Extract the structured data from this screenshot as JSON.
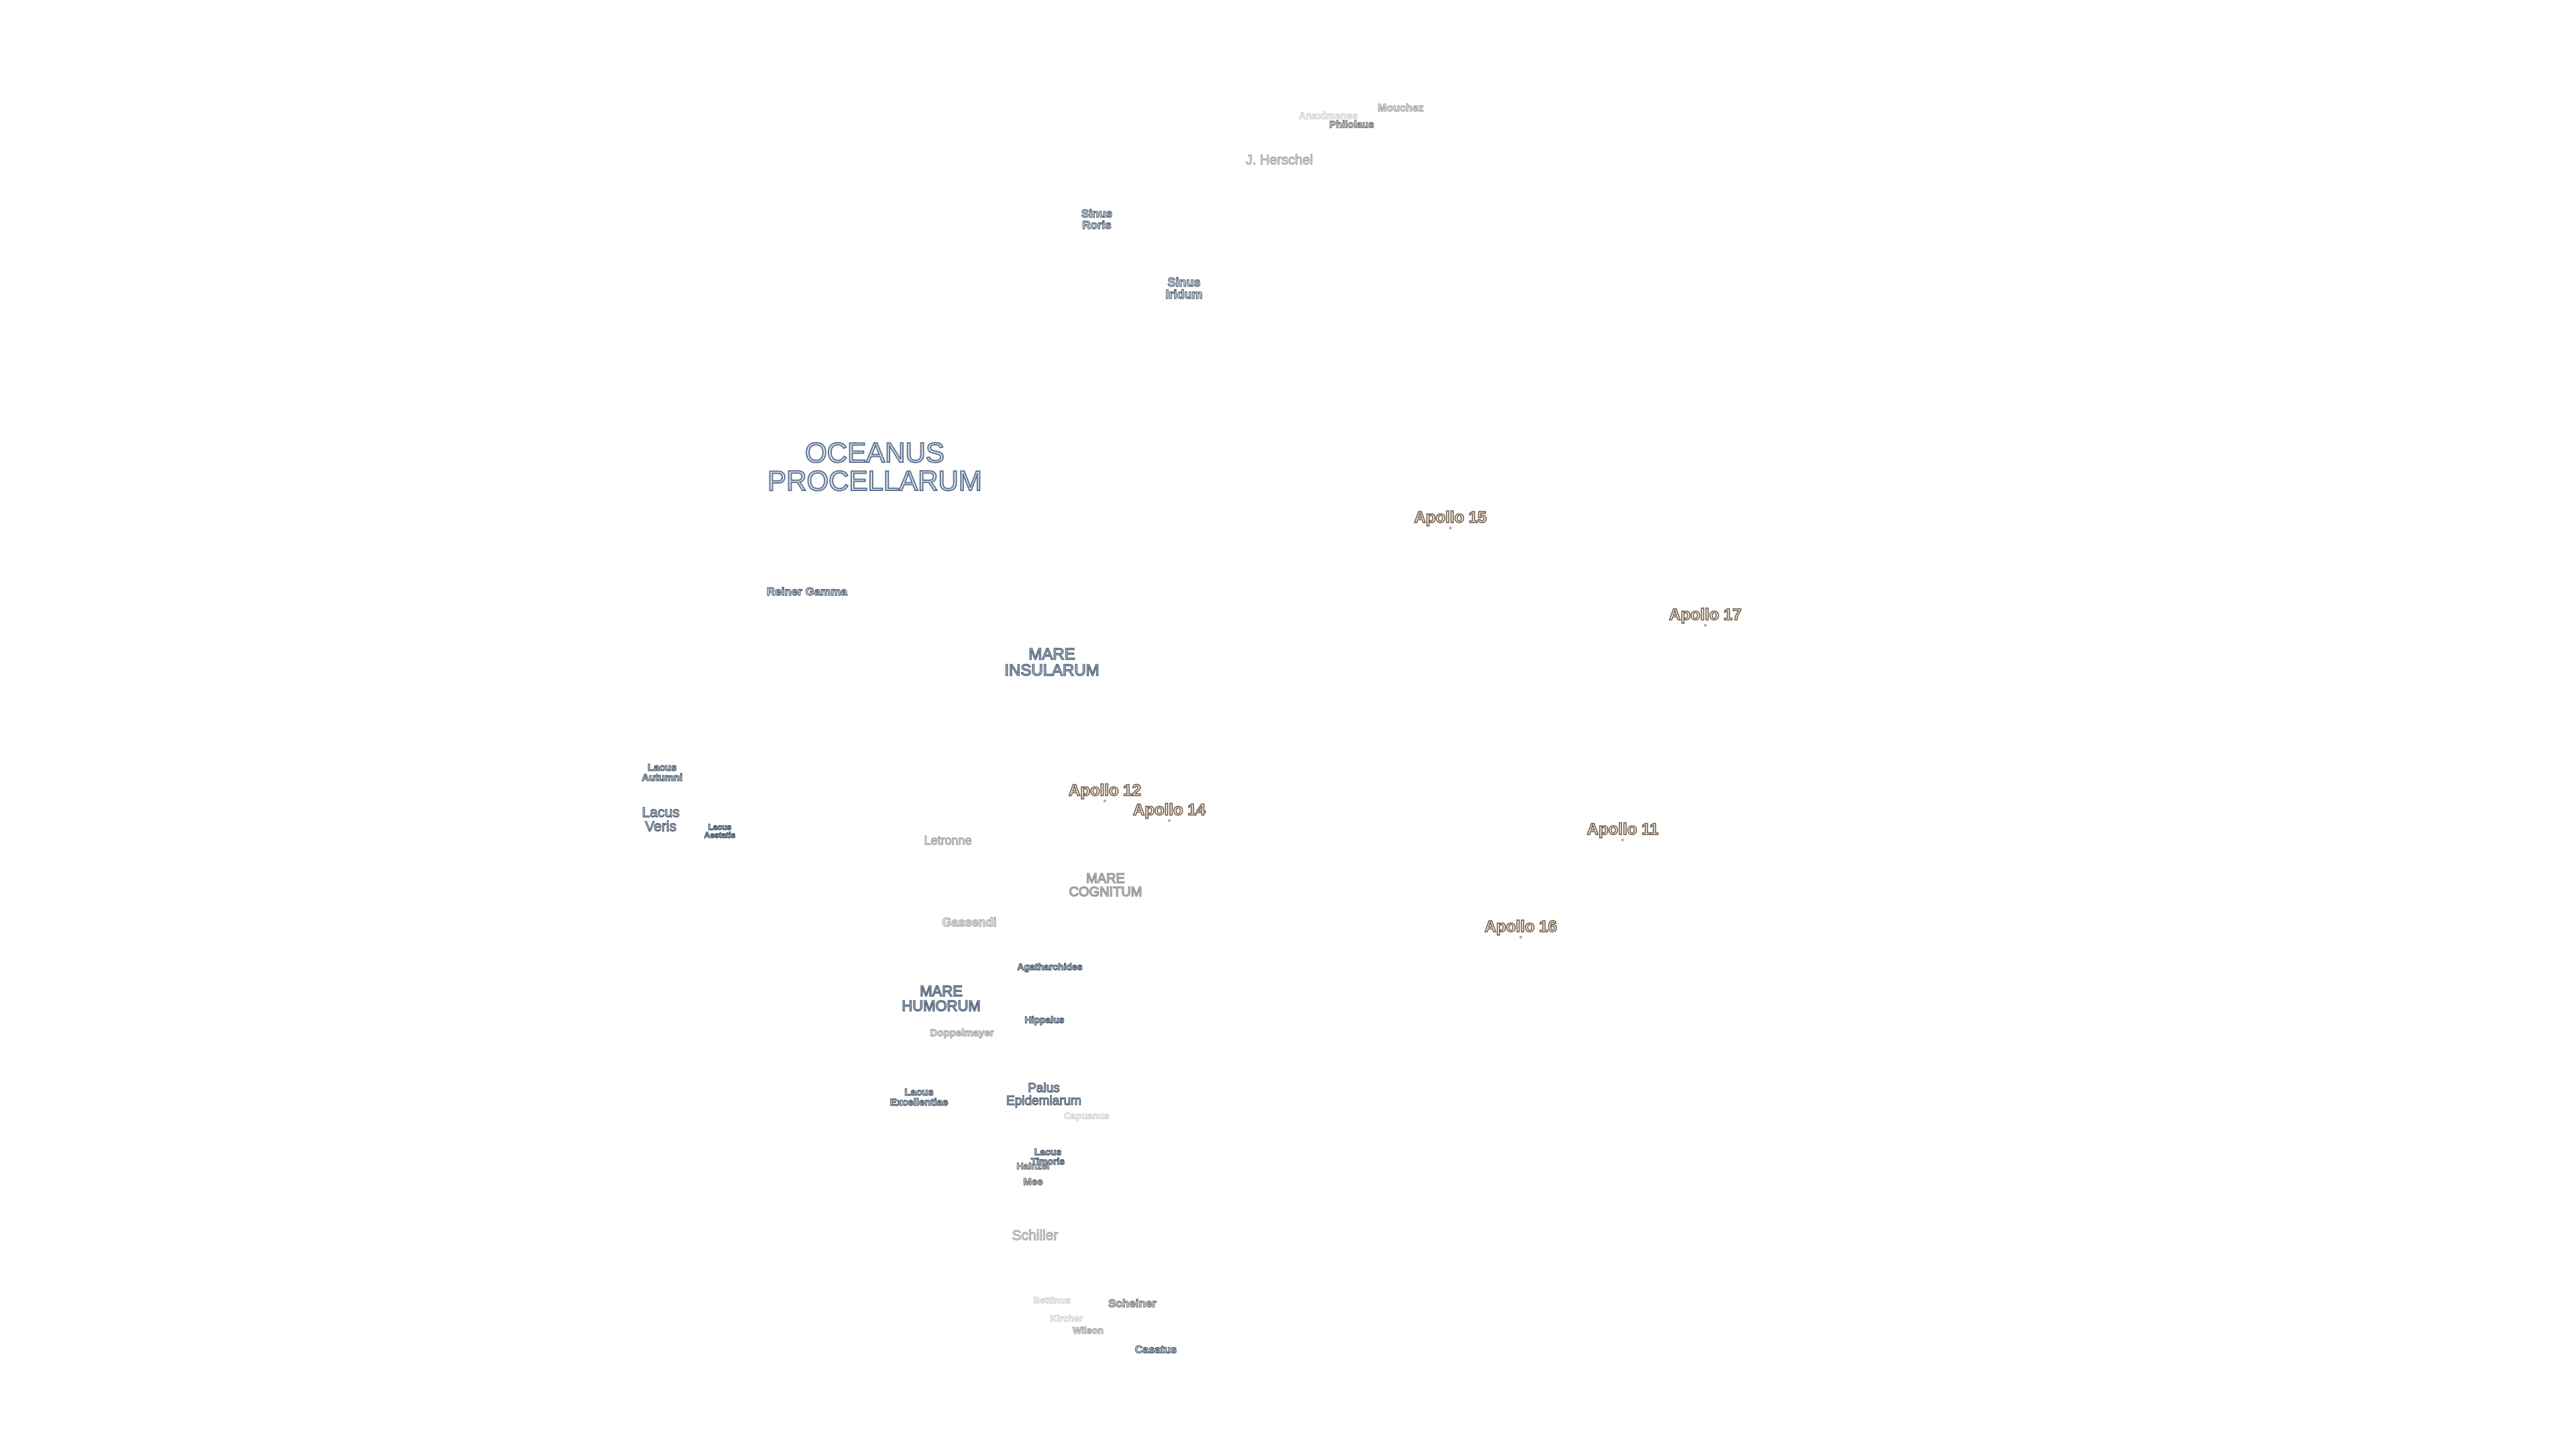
{
  "map": {
    "maria": {
      "oceanus_procellarum": "OCEANUS\nPROCELLARUM",
      "mare_insularum": "MARE\nINSULARUM",
      "mare_cognitum": "MARE\nCOGNITUM",
      "mare_humorum": "MARE\nHUMORUM"
    },
    "features": {
      "sinus_roris": "Sinus\nRoris",
      "sinus_iridum": "Sinus\nIridum",
      "reiner_gamma": "Reiner Gamma",
      "lacus_autumni": "Lacus\nAutumni",
      "lacus_veris": "Lacus\nVeris",
      "lacus_aestatis": "Lacus\nAestatis",
      "agatharchides": "Agatharchides",
      "hippalus": "Hippalus",
      "lacus_excellentiae": "Lacus\nExcellentiae",
      "palus_epidemiarum": "Palus\nEpidemiarum",
      "lacus_timoris": "Lacus\nTimoris"
    },
    "craters": {
      "anaximenes": "Anaximenes",
      "mouchez": "Mouchez",
      "philolaus": "Philolaus",
      "j_herschel": "J. Herschel",
      "letronne": "Letronne",
      "gassendi": "Gassendi",
      "doppelmayer": "Doppelmayer",
      "capuanus": "Capuanus",
      "hainzel": "Hainzel",
      "mee": "Mee",
      "schiller": "Schiller",
      "bettinus": "Bettinus",
      "scheiner": "Scheiner",
      "kircher": "Kircher",
      "wilson": "Wilson",
      "casatus": "Casatus"
    },
    "apollo_sites": {
      "apollo_15": "Apollo 15",
      "apollo_17": "Apollo 17",
      "apollo_12": "Apollo 12",
      "apollo_14": "Apollo 14",
      "apollo_11": "Apollo 11",
      "apollo_16": "Apollo 16"
    }
  }
}
